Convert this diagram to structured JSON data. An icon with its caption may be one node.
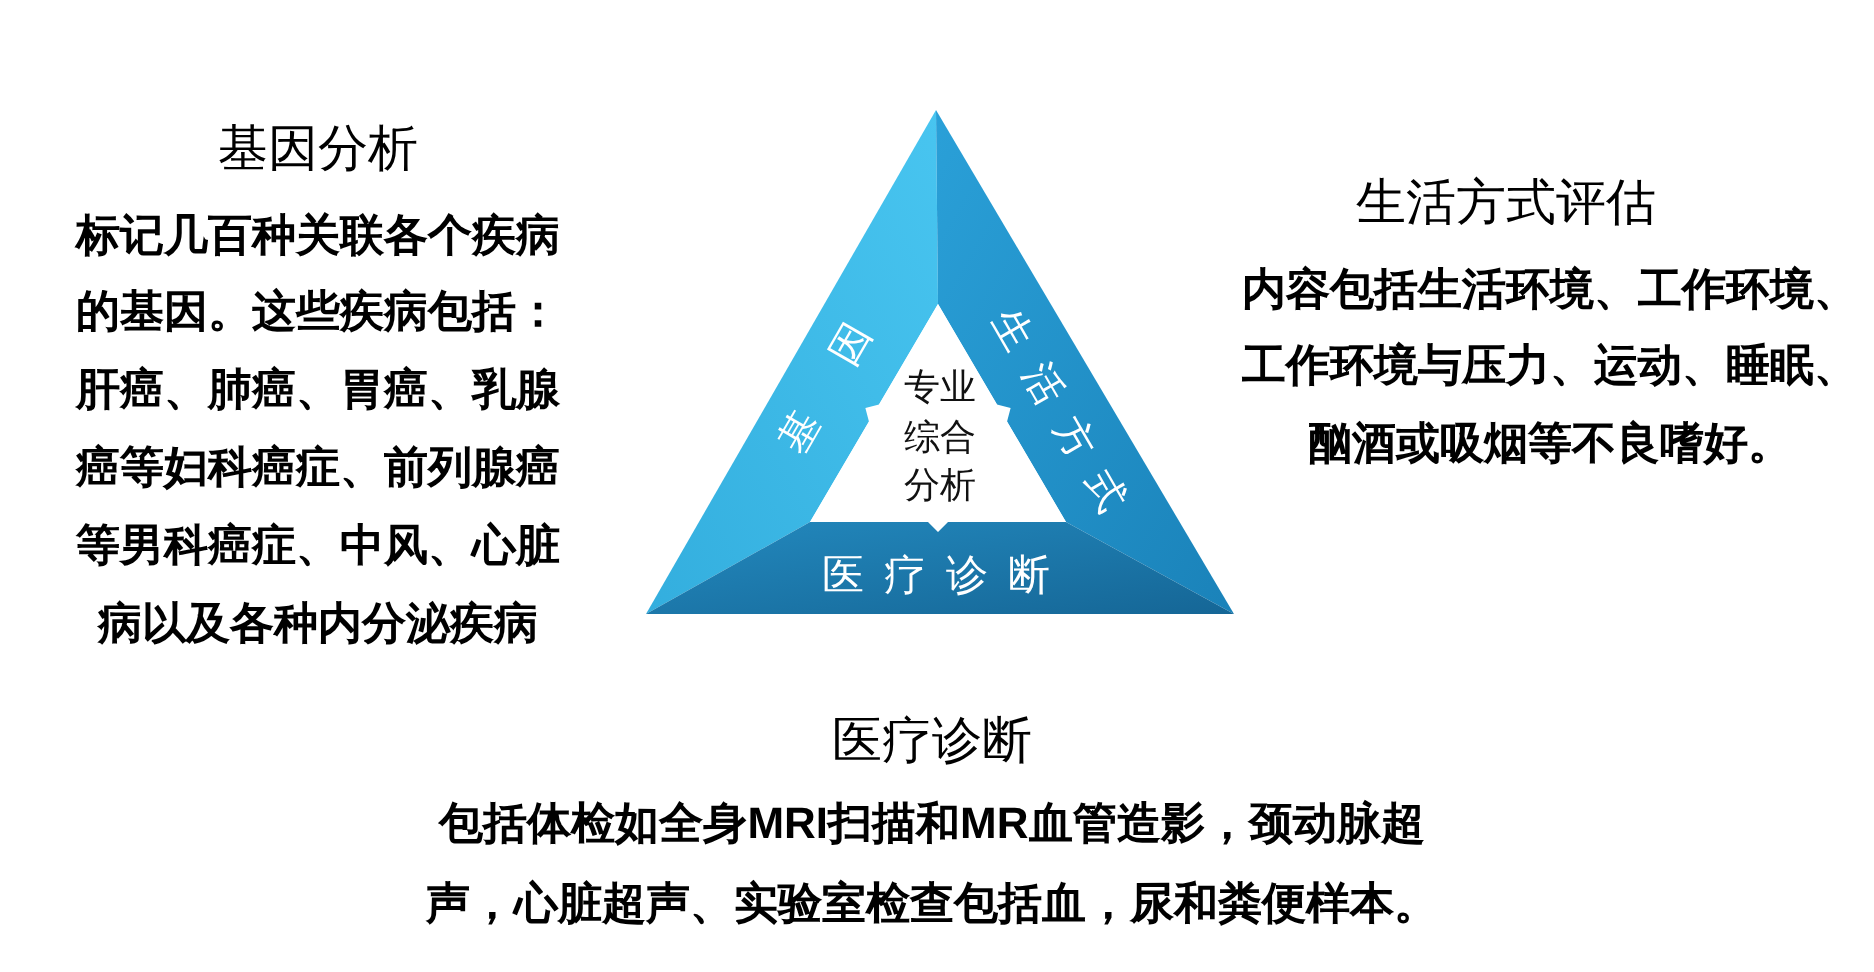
{
  "diagram": {
    "nodes": [
      {
        "text": [
          "基因"
        ]
      },
      {
        "text": [
          "生活方式"
        ]
      },
      {
        "text": [
          "医疗诊断"
        ]
      },
      {
        "text": [
          "专业综合分析"
        ]
      }
    ],
    "labels": [
      "基因分析",
      "标记几百种关联各个疾病的基因。这些疾病包括：肝癌、肺癌、胃癌、乳腺癌等妇科癌症、前列腺癌等男科癌症、中风、心脏病以及各种内分泌疾病",
      "生活方式评估",
      "内容包括生活环境、工作环境、工作环境与压力、运动、睡眠、酗酒或吸烟等不良嗜好。",
      "医疗诊断",
      "包括体检如全身**MRI**扫描和**MR**血管造影，颈动脉超声，心脏超声、实验室检查包括血，尿和粪便样本。"
    ]
  }
}
